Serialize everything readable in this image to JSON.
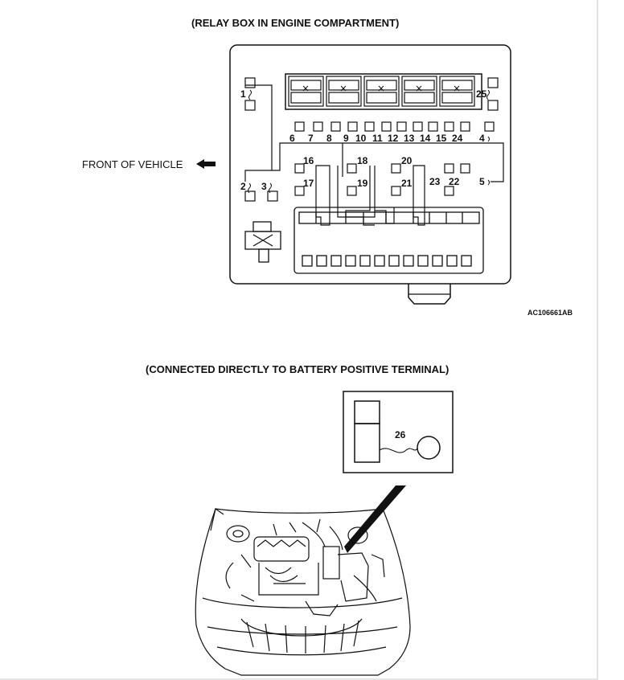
{
  "diagram": {
    "relay_box_title": "(RELAY BOX IN ENGINE COMPARTMENT)",
    "battery_title": "(CONNECTED DIRECTLY TO BATTERY POSITIVE TERMINAL)",
    "front_label": "FRONT OF VEHICLE",
    "reference_code": "AC106661AB",
    "callouts": {
      "c1": "1",
      "c2": "2",
      "c3": "3",
      "c4": "4",
      "c5": "5",
      "c6": "6",
      "c7": "7",
      "c8": "8",
      "c9": "9",
      "c10": "10",
      "c11": "11",
      "c12": "12",
      "c13": "13",
      "c14": "14",
      "c15": "15",
      "c16": "16",
      "c17": "17",
      "c18": "18",
      "c19": "19",
      "c20": "20",
      "c21": "21",
      "c22": "22",
      "c23": "23",
      "c24": "24",
      "c25": "25",
      "c26": "26"
    }
  }
}
